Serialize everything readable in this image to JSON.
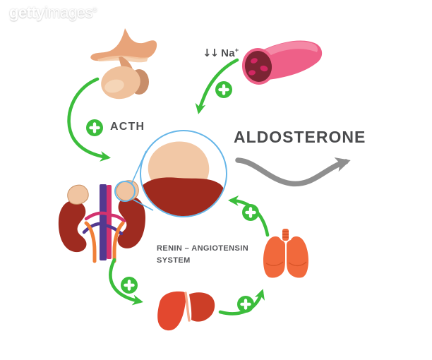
{
  "watermark": {
    "bold": "getty",
    "light": "images",
    "mark": "®"
  },
  "labels": {
    "sodium_arrows": "↓↓",
    "sodium_text": "Na",
    "sodium_sup": "+",
    "acth": "ACTH",
    "aldosterone": "ALDOSTERONE",
    "ras_line1": "RENIN – ANGIOTENSIN",
    "ras_line2": "SYSTEM"
  },
  "icons": {
    "plus_icons_count": 5,
    "plus_meaning": "stimulation-plus-icon",
    "down_arrows_meaning": "decreased sodium"
  },
  "illustrations": [
    "pituitary-gland",
    "blood-vessel-low-sodium",
    "adrenal-gland-magnified",
    "kidneys-with-adrenal-glands",
    "lungs",
    "liver"
  ],
  "colors": {
    "accent_green": "#3cbd3c",
    "text_dark": "#4e4f51",
    "aldosterone_arrow_gray": "#8f8f8f",
    "magnifier_blue": "#66b6e8",
    "kidney_red": "#9e2b20",
    "adrenal_cortex_tan": "#f2c8a6",
    "adrenal_medulla_red": "#9e2a1e",
    "vessel_pink": "#ee6088",
    "vessel_lumen": "#7c2433",
    "blood_cell_magenta": "#d12762",
    "lungs_orange": "#f1693c",
    "liver_red": "#e3482f",
    "vena_cava_purple": "#53398f",
    "aorta_magenta": "#d2326e",
    "ureter_orange": "#f08039",
    "pituitary_tan": "#e8a47a"
  }
}
